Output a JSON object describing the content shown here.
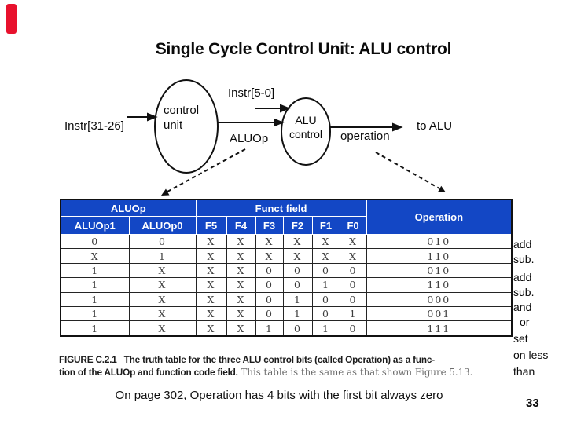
{
  "slide": {
    "title": "Single Cycle Control Unit: ALU control",
    "footer_note": "On page 302, Operation has 4 bits with the first bit always zero",
    "page_number": "33"
  },
  "colors": {
    "accent_bar": "#E8112D",
    "table_header_bg": "#1347C5",
    "table_header_text": "#FFFFFF"
  },
  "diagram": {
    "labels": {
      "instr_31_26": "Instr[31-26]",
      "instr_5_0": "Instr[5-0]",
      "control_unit_line1": "control",
      "control_unit_line2": "unit",
      "aluop_wire": "ALUOp",
      "alu_control_line1": "ALU",
      "alu_control_line2": "control",
      "operation_wire": "operation",
      "to_alu": "to ALU"
    }
  },
  "truth_table": {
    "group_aluop": "ALUOp",
    "group_funct": "Funct field",
    "group_operation": "Operation",
    "columns": [
      "ALUOp1",
      "ALUOp0",
      "F5",
      "F4",
      "F3",
      "F2",
      "F1",
      "F0"
    ],
    "rows": [
      {
        "cells": [
          "0",
          "0",
          "X",
          "X",
          "X",
          "X",
          "X",
          "X"
        ],
        "operation": "010"
      },
      {
        "cells": [
          "X",
          "1",
          "X",
          "X",
          "X",
          "X",
          "X",
          "X"
        ],
        "operation": "110"
      },
      {
        "cells": [
          "1",
          "X",
          "X",
          "X",
          "0",
          "0",
          "0",
          "0"
        ],
        "operation": "010"
      },
      {
        "cells": [
          "1",
          "X",
          "X",
          "X",
          "0",
          "0",
          "1",
          "0"
        ],
        "operation": "110"
      },
      {
        "cells": [
          "1",
          "X",
          "X",
          "X",
          "0",
          "1",
          "0",
          "0"
        ],
        "operation": "000"
      },
      {
        "cells": [
          "1",
          "X",
          "X",
          "X",
          "0",
          "1",
          "0",
          "1"
        ],
        "operation": "001"
      },
      {
        "cells": [
          "1",
          "X",
          "X",
          "X",
          "1",
          "0",
          "1",
          "0"
        ],
        "operation": "111"
      }
    ]
  },
  "side_labels": {
    "group1": [
      "add",
      "sub."
    ],
    "group2": [
      "add",
      "sub.",
      "and",
      "or"
    ],
    "group3": [
      "set",
      "on less",
      "than"
    ]
  },
  "caption": {
    "fig_label": "FIGURE C.2.1",
    "line1_bold": "The truth table for the three ALU control bits (called Operation) as a func-",
    "line2_bold": "tion of the ALUOp and function code field.",
    "line2_regular": " This table is the same as that shown Figure 5.13."
  }
}
